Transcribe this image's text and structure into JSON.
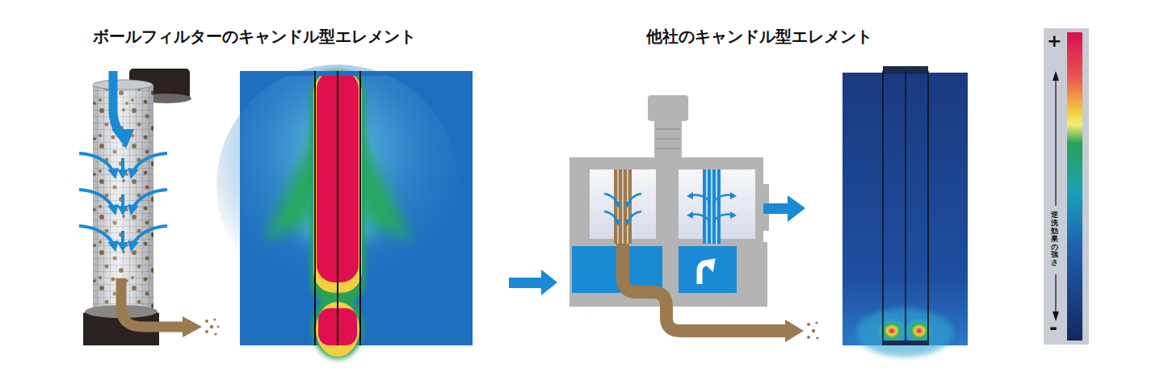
{
  "diagram": {
    "labels": [
      "ボールフィルターのキャンドル型エレメント",
      "他社のキャンドル型エレメント",
      "+",
      "逆洗効果の強さ",
      "-"
    ]
  }
}
